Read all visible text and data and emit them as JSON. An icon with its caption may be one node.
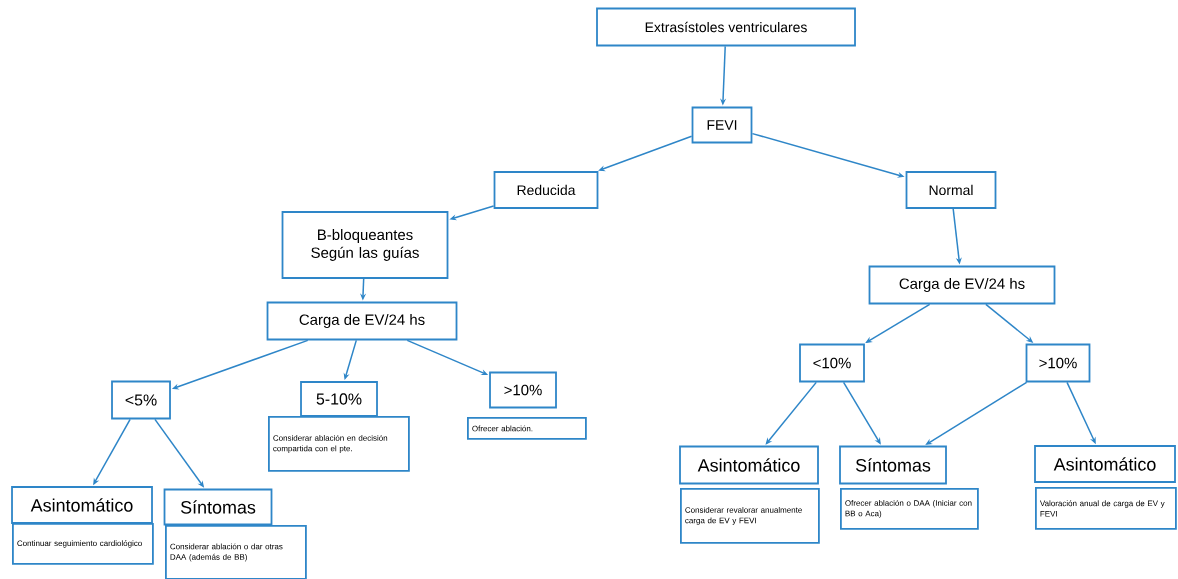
{
  "diagram": {
    "nodes": [
      {
        "text": [
          "Extrasístoles ventriculares"
        ]
      },
      {
        "text": [
          "FEVI"
        ]
      },
      {
        "text": [
          "Reducida"
        ]
      },
      {
        "text": [
          "Normal"
        ]
      },
      {
        "text": [
          "B-bloqueantes Según las guías"
        ]
      },
      {
        "text": [
          "Carga de EV/24 hs"
        ]
      },
      {
        "text": [
          "Carga de EV/24 hs"
        ]
      },
      {
        "text": [
          "<10%"
        ]
      },
      {
        "text": [
          ">10%"
        ]
      },
      {
        "text": [
          ">10%",
          "Ofrecer ablación."
        ]
      },
      {
        "text": [
          "<5%"
        ]
      },
      {
        "text": [
          "5-10%",
          "Considerar ablación en decisión compartida con el pte."
        ]
      },
      {
        "text": [
          "Asintomático",
          "Considerar revalorar anualmente carga de EV y FEVI"
        ]
      },
      {
        "text": [
          "Síntomas",
          "Ofrecer ablación o DAA (Iniciar con BB o Aca)"
        ]
      },
      {
        "text": [
          "Asintomático",
          "Valoración anual de carga de EV y FEVI"
        ]
      },
      {
        "text": [
          "Asintomático",
          "Continuar seguimiento cardiológico"
        ]
      },
      {
        "text": [
          "Síntomas",
          "Considerar ablación o dar otras DAA (además de BB)"
        ]
      }
    ],
    "edges": [
      {
        "from": 0,
        "to": 1,
        "arrow": "to"
      },
      {
        "from": 1,
        "to": 2,
        "arrow": "to"
      },
      {
        "from": 1,
        "to": 3,
        "arrow": "to"
      },
      {
        "from": 2,
        "to": 4,
        "arrow": "to"
      },
      {
        "from": 3,
        "to": 5,
        "arrow": "to"
      },
      {
        "from": 4,
        "to": 6,
        "arrow": "to"
      },
      {
        "from": 5,
        "to": 7,
        "arrow": "to"
      },
      {
        "from": 5,
        "to": 8,
        "arrow": "to"
      },
      {
        "from": 6,
        "to": 10,
        "arrow": "to"
      },
      {
        "from": 6,
        "to": 11,
        "arrow": "to"
      },
      {
        "from": 6,
        "to": 9,
        "arrow": "to"
      },
      {
        "from": 7,
        "to": 12,
        "arrow": "to"
      },
      {
        "from": 7,
        "to": 13,
        "arrow": "to"
      },
      {
        "from": 8,
        "to": 13,
        "arrow": "to"
      },
      {
        "from": 8,
        "to": 14,
        "arrow": "to"
      },
      {
        "from": 10,
        "to": 15,
        "arrow": "to"
      },
      {
        "from": 10,
        "to": 16,
        "arrow": "to"
      }
    ]
  }
}
